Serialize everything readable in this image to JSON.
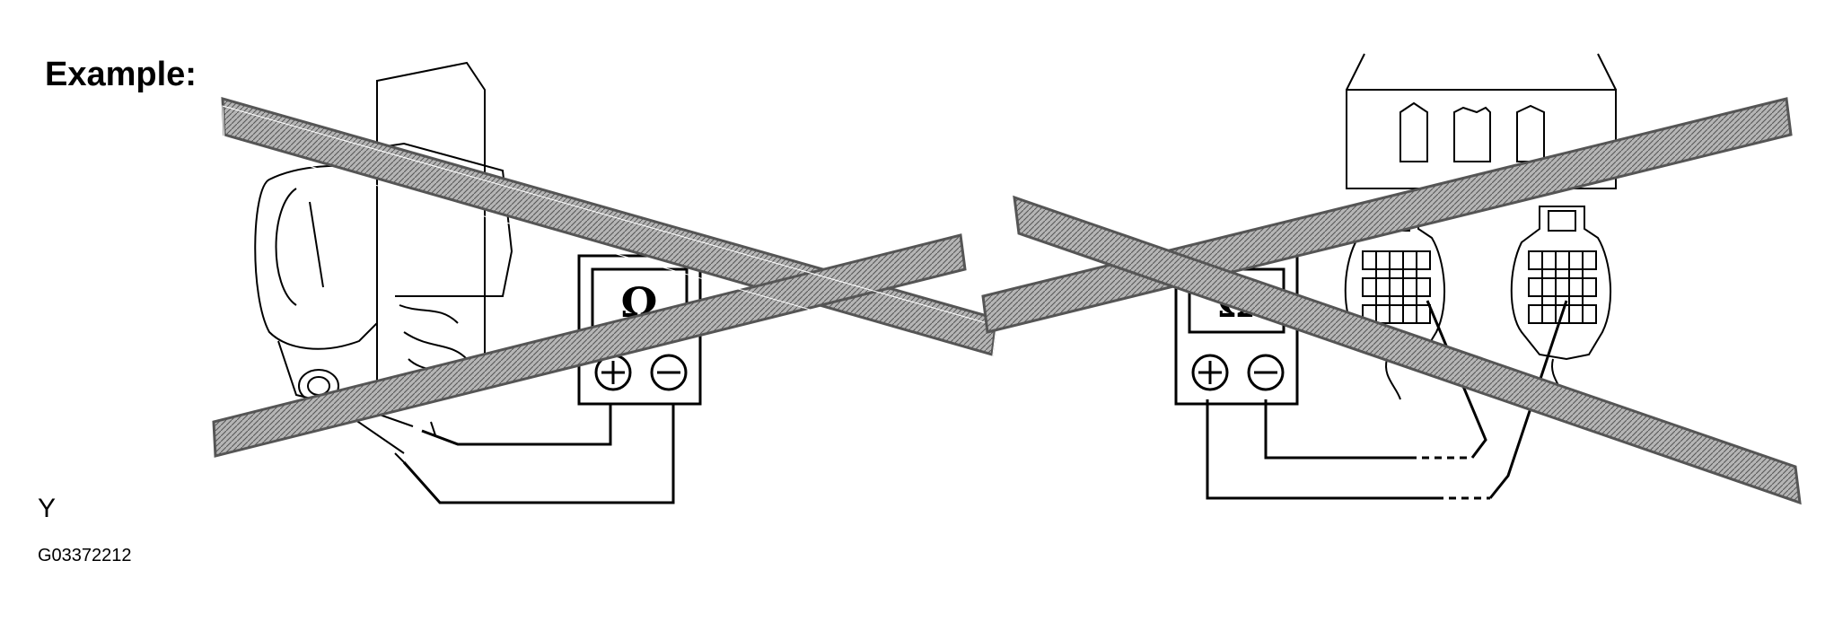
{
  "figure": {
    "heading": "Example:",
    "letter": "Y",
    "code": "G03372212",
    "meter_symbol": "Ω",
    "colors": {
      "ink": "#000000",
      "cross_band": "#9a9a9a",
      "paper": "#ffffff"
    },
    "icons": [
      "ohmmeter-icon",
      "plus-terminal-icon",
      "minus-terminal-icon",
      "cross-out-band-icon",
      "sensor-component-icon",
      "connector-icon",
      "junction-block-icon",
      "test-probe-icon"
    ]
  }
}
